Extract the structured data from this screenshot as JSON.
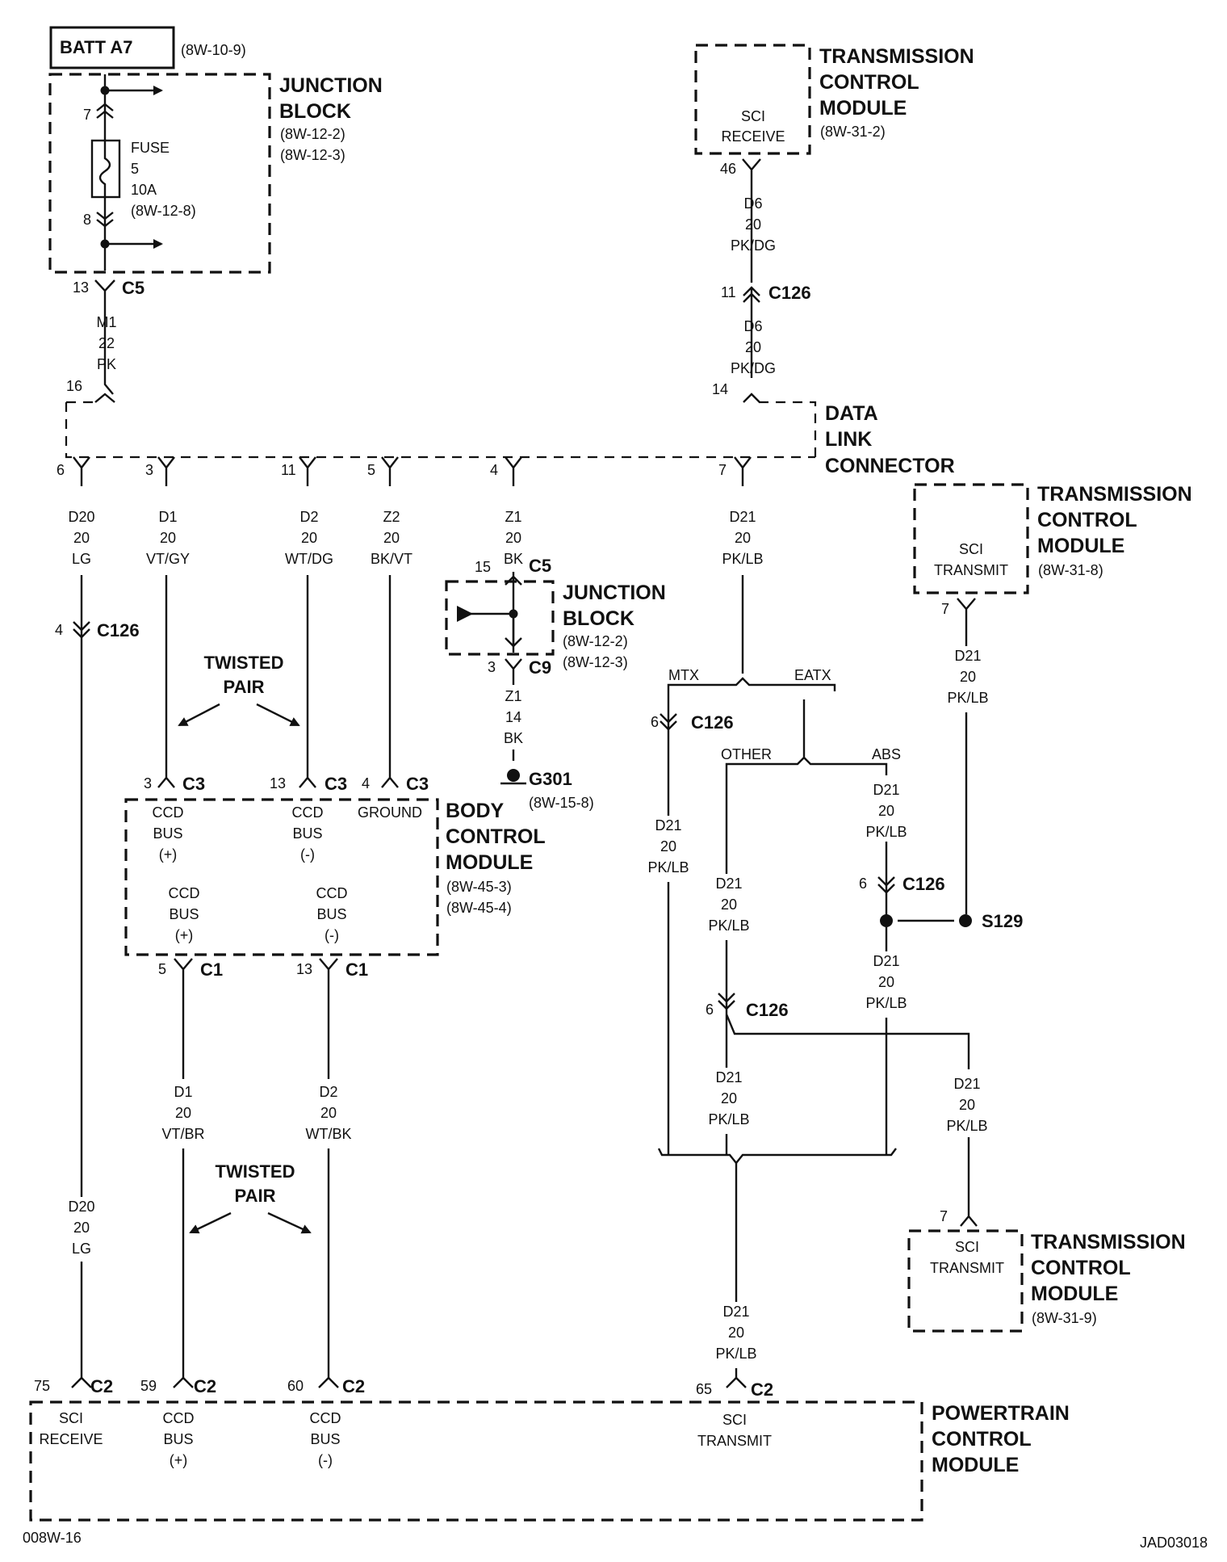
{
  "batt": {
    "label": "BATT A7",
    "ref": "(8W-10-9)"
  },
  "jb1": {
    "l1": "JUNCTION",
    "l2": "BLOCK",
    "r1": "(8W-12-2)",
    "r2": "(8W-12-3)",
    "pin_in": "7",
    "pin_out": "8"
  },
  "fuse": {
    "l1": "FUSE",
    "l2": "5",
    "l3": "10A",
    "l4": "(8W-12-8)"
  },
  "c5_top": {
    "pin": "13",
    "name": "C5"
  },
  "m1": {
    "c": "M1",
    "g": "22",
    "col": "PK"
  },
  "dlc": {
    "l1": "DATA",
    "l2": "LINK",
    "l3": "CONNECTOR",
    "p16": "16",
    "p14": "14",
    "p6": "6",
    "p3": "3",
    "p11": "11",
    "p5": "5",
    "p4": "4",
    "p7": "7"
  },
  "tcm1": {
    "l1": "TRANSMISSION",
    "l2": "CONTROL",
    "l3": "MODULE",
    "ref": "(8W-31-2)",
    "in1": "SCI",
    "in2": "RECEIVE",
    "pin": "46"
  },
  "d6a": {
    "c": "D6",
    "g": "20",
    "col": "PK/DG"
  },
  "c126_top": {
    "pin": "11",
    "name": "C126"
  },
  "d6b": {
    "c": "D6",
    "g": "20",
    "col": "PK/DG"
  },
  "d20a": {
    "c": "D20",
    "g": "20",
    "col": "LG"
  },
  "d1a": {
    "c": "D1",
    "g": "20",
    "col": "VT/GY"
  },
  "d2a": {
    "c": "D2",
    "g": "20",
    "col": "WT/DG"
  },
  "z2": {
    "c": "Z2",
    "g": "20",
    "col": "BK/VT"
  },
  "z1a": {
    "c": "Z1",
    "g": "20",
    "col": "BK"
  },
  "d21a": {
    "c": "D21",
    "g": "20",
    "col": "PK/LB"
  },
  "c126_d20": {
    "pin": "4",
    "name": "C126"
  },
  "tp1": {
    "l1": "TWISTED",
    "l2": "PAIR"
  },
  "tp2": {
    "l1": "TWISTED",
    "l2": "PAIR"
  },
  "jb2": {
    "l1": "JUNCTION",
    "l2": "BLOCK",
    "r1": "(8W-12-2)",
    "r2": "(8W-12-3)",
    "c5pin": "15",
    "c5": "C5",
    "c9pin": "3",
    "c9": "C9"
  },
  "z1b": {
    "c": "Z1",
    "g": "14",
    "col": "BK"
  },
  "g301": {
    "name": "G301",
    "ref": "(8W-15-8)"
  },
  "bcm": {
    "l1": "BODY",
    "l2": "CONTROL",
    "l3": "MODULE",
    "r1": "(8W-45-3)",
    "r2": "(8W-45-4)",
    "c3a_pin": "3",
    "c3b_pin": "13",
    "c3c_pin": "4",
    "c3": "C3",
    "p1a": "CCD",
    "p1b": "BUS",
    "p1c": "(+)",
    "p2a": "CCD",
    "p2b": "BUS",
    "p2c": "(-)",
    "gnd": "GROUND",
    "p3a": "CCD",
    "p3b": "BUS",
    "p3c": "(+)",
    "p4a": "CCD",
    "p4b": "BUS",
    "p4c": "(-)",
    "c1a_pin": "5",
    "c1b_pin": "13",
    "c1": "C1"
  },
  "d1b": {
    "c": "D1",
    "g": "20",
    "col": "VT/BR"
  },
  "d2b": {
    "c": "D2",
    "g": "20",
    "col": "WT/BK"
  },
  "d20b": {
    "c": "D20",
    "g": "20",
    "col": "LG"
  },
  "mtx": "MTX",
  "eatx": "EATX",
  "other": "OTHER",
  "abs": "ABS",
  "c126_mtx": {
    "pin": "6",
    "name": "C126"
  },
  "d21_mtx": {
    "c": "D21",
    "g": "20",
    "col": "PK/LB"
  },
  "d21_other": {
    "c": "D21",
    "g": "20",
    "col": "PK/LB"
  },
  "d21_abs": {
    "c": "D21",
    "g": "20",
    "col": "PK/LB"
  },
  "c126_abs": {
    "pin": "6",
    "name": "C126"
  },
  "c126_other": {
    "pin": "6",
    "name": "C126"
  },
  "d21_abs2": {
    "c": "D21",
    "g": "20",
    "col": "PK/LB"
  },
  "d21_other2": {
    "c": "D21",
    "g": "20",
    "col": "PK/LB"
  },
  "d21_tcm3": {
    "c": "D21",
    "g": "20",
    "col": "PK/LB"
  },
  "d21_pcm": {
    "c": "D21",
    "g": "20",
    "col": "PK/LB"
  },
  "tcm2": {
    "l1": "TRANSMISSION",
    "l2": "CONTROL",
    "l3": "MODULE",
    "ref": "(8W-31-8)",
    "in1": "SCI",
    "in2": "TRANSMIT",
    "pin": "7"
  },
  "d21_tcm2": {
    "c": "D21",
    "g": "20",
    "col": "PK/LB"
  },
  "s129": "S129",
  "tcm3": {
    "l1": "TRANSMISSION",
    "l2": "CONTROL",
    "l3": "MODULE",
    "ref": "(8W-31-9)",
    "in1": "SCI",
    "in2": "TRANSMIT",
    "pin": "7"
  },
  "pcm": {
    "l1": "POWERTRAIN",
    "l2": "CONTROL",
    "l3": "MODULE",
    "c2": "C2",
    "pin75": "75",
    "pin59": "59",
    "pin60": "60",
    "pin65": "65",
    "r1": "SCI",
    "r2": "RECEIVE",
    "b1a": "CCD",
    "b1b": "BUS",
    "b1c": "(+)",
    "b2a": "CCD",
    "b2b": "BUS",
    "b2c": "(-)",
    "t1": "SCI",
    "t2": "TRANSMIT"
  },
  "footer": {
    "left": "008W-16",
    "right": "JAD03018"
  }
}
